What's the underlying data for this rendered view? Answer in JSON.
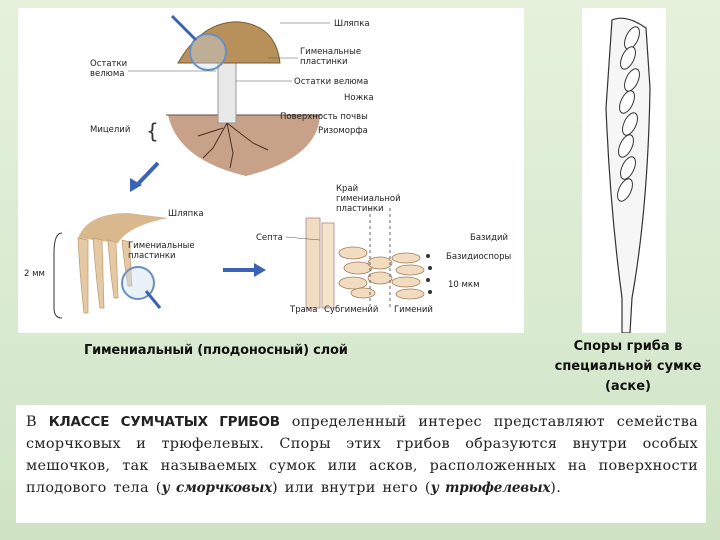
{
  "figure_labels": {
    "cap": "Шляпка",
    "veil_remains_left": "Остатки\nвелюма",
    "gills": "Гименальные\nпластинки",
    "veil_remains_right": "Остатки велюма",
    "stem": "Ножка",
    "soil": "Поверхность почвы",
    "mycelium": "Мицелий",
    "rhizomorph": "Ризоморфа",
    "cap2": "Шляпка",
    "gills2": "Гимениальные\nпластинки",
    "scale_mm": "2 мм",
    "edge": "Край\nгимениальной\nпластинки",
    "septum": "Септа",
    "basidium": "Базидий",
    "basidiospores": "Базидиоспоры",
    "scale_um": "10 мкм",
    "trama": "Трама",
    "subhymenium": "Субгимений",
    "hymenium": "Гимений"
  },
  "caption_left_a": "Гимениальный",
  "caption_left_b": "(плодоносный) слой",
  "caption_right": "Споры гриба в специальной сумке (аске)",
  "paragraph": {
    "intro": "В ",
    "highlight": "КЛАССЕ СУМЧАТЫХ ГРИБОВ",
    "body": " определенный интерес представляют семейства сморчковых и трюфелевых. Споры этих грибов образуются внутри особых мешочков, так называемых сумок или асков, расположенных на поверхности плодового тела (",
    "italic1": "у сморчковых",
    "mid": ") или внутри него (",
    "italic2": "у трюфелевых",
    "end": ")."
  }
}
